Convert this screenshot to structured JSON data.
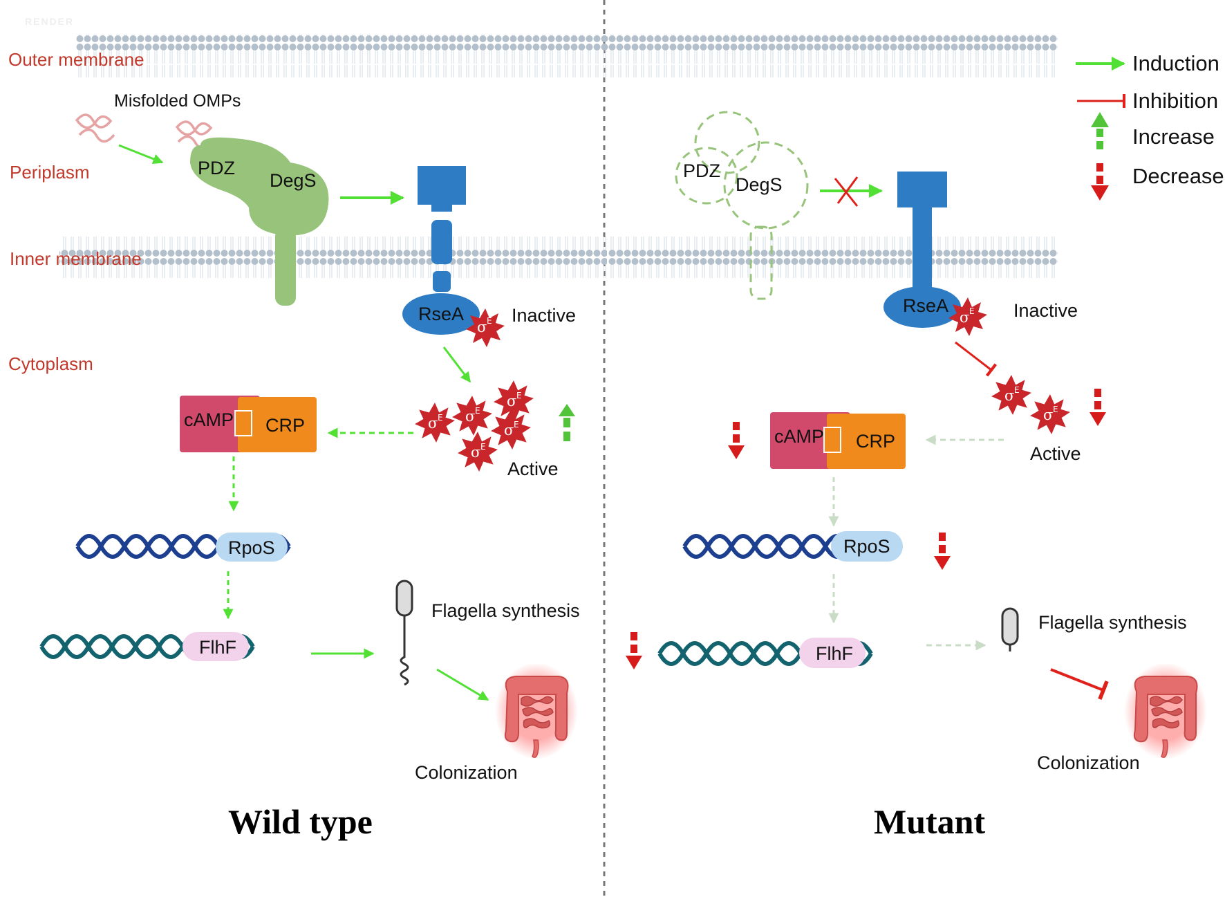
{
  "watermark": "RENDER",
  "regions": {
    "outer_membrane": "Outer membrane",
    "periplasm": "Periplasm",
    "inner_membrane": "Inner membrane",
    "cytoplasm": "Cytoplasm"
  },
  "legend": {
    "induction": "Induction",
    "inhibition": "Inhibition",
    "increase": "Increase",
    "decrease": "Decrease"
  },
  "wild_type": {
    "title": "Wild type",
    "misfolded": "Misfolded OMPs",
    "pdz": "PDZ",
    "degs": "DegS",
    "rsea": "RseA",
    "inactive": "Inactive",
    "active": "Active",
    "camp": "cAMP",
    "crp": "CRP",
    "rpos": "RpoS",
    "flhf": "FlhF",
    "flagella": "Flagella synthesis",
    "colonization": "Colonization"
  },
  "mutant": {
    "title": "Mutant",
    "pdz": "PDZ",
    "degs": "DegS",
    "rsea": "RseA",
    "inactive": "Inactive",
    "active": "Active",
    "camp": "cAMP",
    "crp": "CRP",
    "rpos": "RpoS",
    "flhf": "FlhF",
    "flagella": "Flagella synthesis",
    "colonization": "Colonization"
  },
  "sigma": {
    "symbol": "σ",
    "sup": "E"
  },
  "colors": {
    "induction": "#52e035",
    "inhibition": "#e0201a",
    "degs": "#97c47a",
    "rsea": "#2e7cc4",
    "sigma": "#c8262a",
    "camp": "#d24a6b",
    "crp": "#f08a1c",
    "dna_rpos": "#1d3f8f",
    "dna_flhf": "#13636e",
    "region_text": "#c0392b",
    "membrane": "#b8c4ce"
  }
}
